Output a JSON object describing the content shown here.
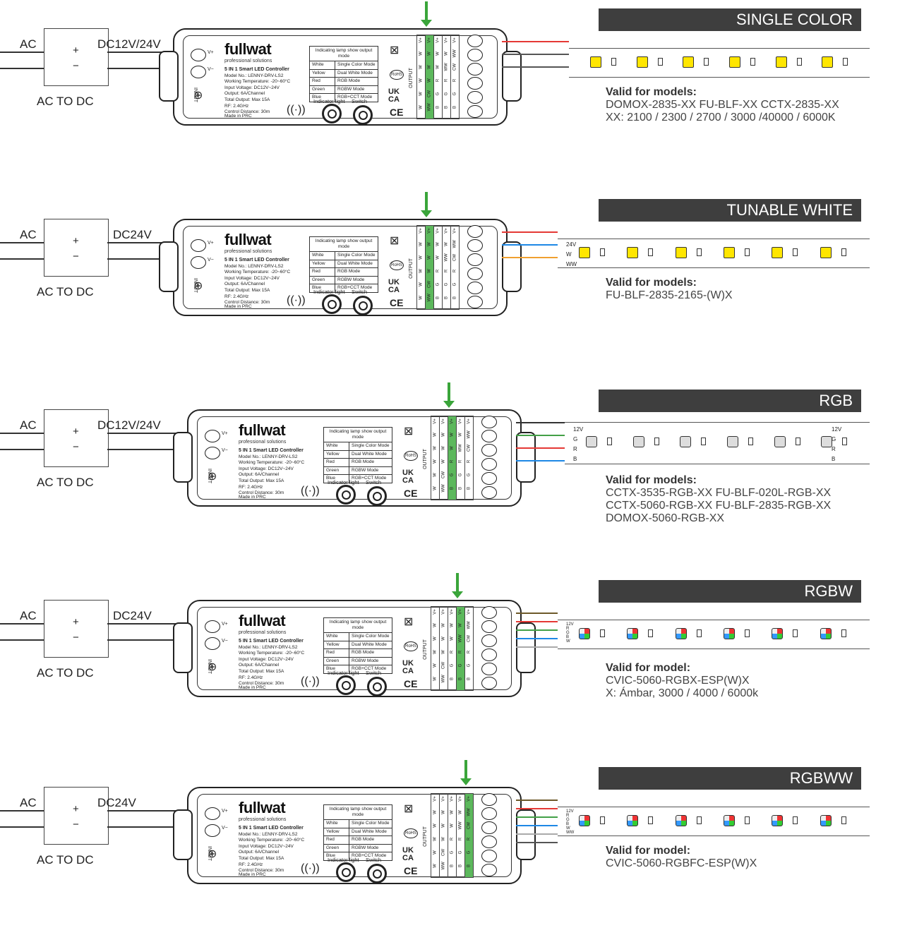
{
  "shared": {
    "ac": "AC",
    "ac_to_dc": "AC TO DC",
    "plus": "+",
    "minus": "−",
    "brand": "fullwat",
    "brand_sub": "professional solutions",
    "vplus": "V+",
    "vminus": "V−",
    "input": "INPUT",
    "output": "OUTPUT",
    "ctrl_title": "5 IN 1 Smart LED Controller",
    "model_no": "Model No.: LENNY-DRV-LS2",
    "working_temp": "Working Temperature: -20~60°C",
    "input_voltage": "Input Voltage: DC12V~24V",
    "output_spec": "Output: 6A/Channel",
    "total_output": "Total Output: Max 15A",
    "rf": "RF: 2.4GHz",
    "control_distance": "Control Distance: 30m",
    "made_in": "Made in PRC",
    "indicator_light": "Indicator light",
    "switch": "Switch",
    "table_header": "Indicating lamp show output mode",
    "table_rows": [
      {
        "color": "White",
        "mode": "Single Color Mode"
      },
      {
        "color": "Yellow",
        "mode": "Dual White Mode"
      },
      {
        "color": "Red",
        "mode": "RGB Mode"
      },
      {
        "color": "Green",
        "mode": "RGBW Mode"
      },
      {
        "color": "Blue",
        "mode": "RGB+CCT Mode"
      }
    ],
    "ukca": "UK CA",
    "ce": "CE",
    "rohs": "RoHS",
    "output_columns": [
      [
        "W",
        "W",
        "W",
        "W",
        "W",
        "V+"
      ],
      [
        "WW",
        "CW",
        "W",
        "W",
        "W",
        "V+"
      ],
      [
        "B",
        "G",
        "R",
        "W",
        "W",
        "V+"
      ],
      [
        "B",
        "G",
        "R",
        "WW",
        "W",
        "V+"
      ],
      [
        "B",
        "G",
        "R",
        "CW",
        "WW",
        "V+"
      ]
    ]
  },
  "sections": [
    {
      "dc": "DC12V/24V",
      "banner": "SINGLE COLOR",
      "highlight_col": 1,
      "valid_heading": "Valid for models:",
      "valid_lines": [
        "DOMOX-2835-XX      FU-BLF-XX      CCTX-2835-XX",
        "XX: 2100 / 2300 / 2700 / 3000 /40000 / 6000K"
      ],
      "strip_labels": []
    },
    {
      "dc": "DC24V",
      "banner": "TUNABLE WHITE",
      "highlight_col": 1,
      "valid_heading": "Valid for models:",
      "valid_lines": [
        "FU-BLF-2835-2165-(W)X"
      ],
      "strip_labels": [
        "24V",
        "W",
        "WW"
      ]
    },
    {
      "dc": "DC12V/24V",
      "banner": "RGB",
      "highlight_col": 2,
      "valid_heading": "Valid for models:",
      "valid_lines": [
        "CCTX-3535-RGB-XX      FU-BLF-020L-RGB-XX",
        "CCTX-5060-RGB-XX      FU-BLF-2835-RGB-XX",
        "DOMOX-5060-RGB-XX"
      ],
      "strip_labels": [
        "12V",
        "G",
        "R",
        "B"
      ],
      "strip_labels_right": [
        "12V",
        "G",
        "R",
        "B"
      ]
    },
    {
      "dc": "DC24V",
      "banner": "RGBW",
      "highlight_col": 3,
      "valid_heading": "Valid for model:",
      "valid_lines": [
        "CVIC-5060-RGBX-ESP(W)X",
        "X: Ámbar, 3000 / 4000 / 6000k"
      ],
      "strip_labels": [
        "12V",
        "R",
        "G",
        "B",
        "W"
      ]
    },
    {
      "dc": "DC24V",
      "banner": "RGBWW",
      "highlight_col": 4,
      "valid_heading": "Valid for model:",
      "valid_lines": [
        "CVIC-5060-RGBFC-ESP(W)X"
      ],
      "strip_labels": [
        "12V",
        "R",
        "G",
        "B",
        "W",
        "WW"
      ]
    }
  ],
  "colors": {
    "accent_green": "#5cb85c",
    "arrow_green": "#3aa53a",
    "banner_bg": "#3e3e3e",
    "wire_red": "#e53935",
    "wire_green": "#43a047",
    "wire_blue": "#1e88e5",
    "wire_orange": "#f0a030",
    "wire_brown": "#6d5a2a",
    "wire_grey": "#aaaaaa"
  }
}
